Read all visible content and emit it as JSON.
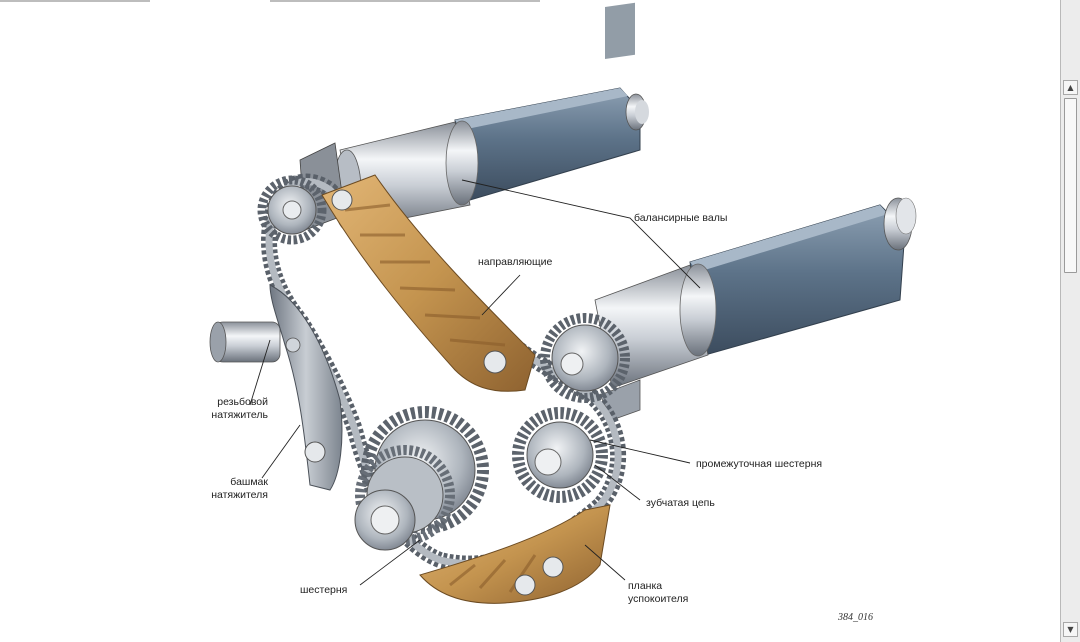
{
  "labels": {
    "balance_shafts": "балансирные валы",
    "guides": "направляющие",
    "threaded_tensioner": [
      "резьбовой",
      "натяжитель"
    ],
    "tensioner_shoe": [
      "башмак",
      "натяжителя"
    ],
    "idler_gear": "промежуточная шестерня",
    "toothed_chain": "зубчатая цепь",
    "gear": "шестерня",
    "damper_bar": [
      "планка",
      "успокоителя"
    ]
  },
  "figure_number": "384_016",
  "colors": {
    "metal_light": "#dfe3e8",
    "metal_dark": "#6f7782",
    "shaft_blue": "#5d7389",
    "guide_tan": "#c4944f",
    "chain": "#7d858f"
  },
  "icons": {
    "scroll_up": "chevron-up-icon",
    "scroll_down": "chevron-down-icon"
  }
}
